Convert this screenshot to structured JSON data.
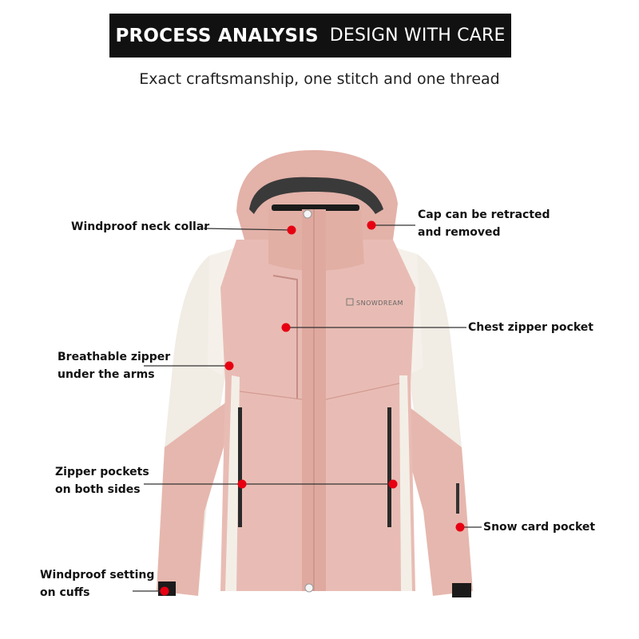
{
  "header": {
    "title_bold": "PROCESS ANALYSIS",
    "title_light": "DESIGN WITH CARE",
    "subtitle": "Exact craftsmanship, one stitch and one thread"
  },
  "jacket": {
    "brand": "SNOWDREAM",
    "colors": {
      "pink": "#e8bcb4",
      "pink_dark": "#d9a59c",
      "cream": "#f3efe7",
      "black": "#1b1b1b",
      "dot": "#e60012"
    }
  },
  "callouts": {
    "neck_collar": "Windproof neck collar",
    "cap_line1": "Cap can be retracted",
    "cap_line2": "and removed",
    "chest_pocket": "Chest zipper pocket",
    "breathable_line1": "Breathable zipper",
    "breathable_line2": "under the arms",
    "pockets_line1": "Zipper pockets",
    "pockets_line2": "on both sides",
    "snow_card": "Snow card pocket",
    "cuffs_line1": "Windproof setting",
    "cuffs_line2": "on cuffs"
  }
}
